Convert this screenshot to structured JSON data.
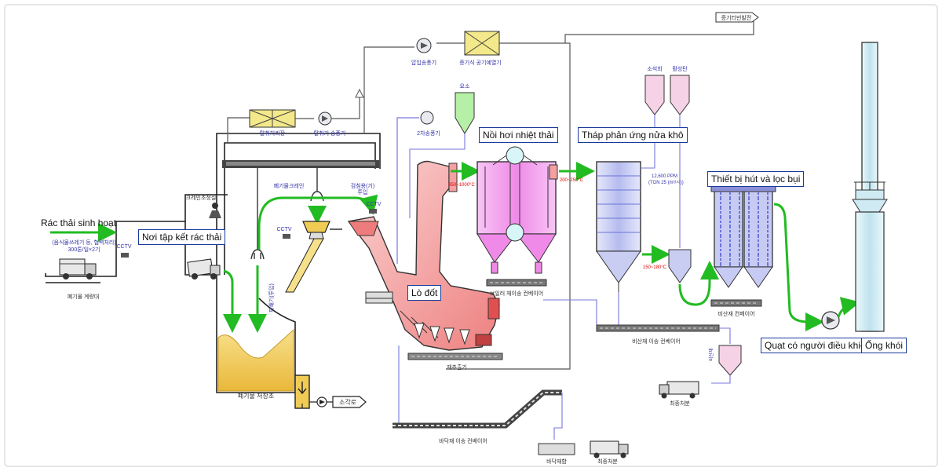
{
  "labels": {
    "household_waste": "Rác thải sinh hoạt",
    "collection_point": "Nơi tập kết rác thải",
    "furnace": "Lò đốt",
    "waste_heat_boiler": "Nồi hơi nhiệt thải",
    "semi_dry_reactor": "Tháp phản ứng nửa khô",
    "dust_filter": "Thiết bị hút và lọc bụi",
    "controlled_fan": "Quạt có người điều khiển",
    "chimney": "Ống khói"
  },
  "colors": {
    "flow_arrow": "#22bb22",
    "pipe_blue": "#7777dd",
    "label_border": "#1a3a9a",
    "furnace_fill": "#f5a0a0",
    "boiler_fill": "#f3a6f0",
    "tower_fill": "#c9cdf2",
    "pit_fill": "#f0cc55",
    "chimney_fill": "#cfeaf2",
    "silo_green": "#b6f0a6",
    "silo_pink": "#f6d2e6"
  },
  "icons": [
    "truck-icon",
    "camera-icon",
    "fan-icon",
    "crane-grab-icon",
    "operator-icon"
  ]
}
